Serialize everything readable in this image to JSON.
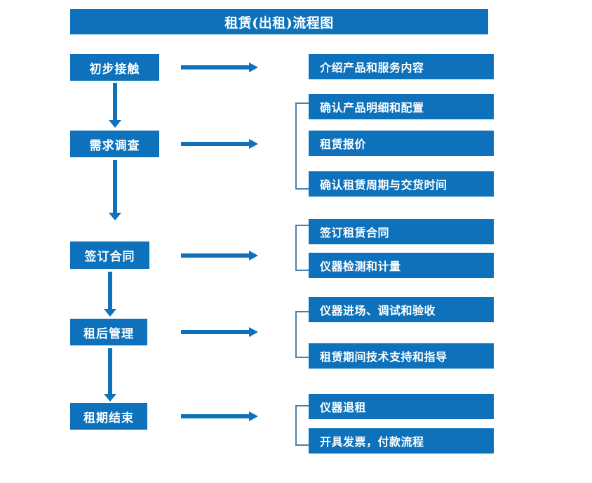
{
  "diagram": {
    "title": "租赁(出租)流程图",
    "accent_color": "#0d72bb",
    "bracket_color": "#4d7fae",
    "background_color": "#ffffff",
    "stages": [
      {
        "label": "初步接触"
      },
      {
        "label": "需求调查"
      },
      {
        "label": "签订合同"
      },
      {
        "label": "租后管理"
      },
      {
        "label": "租期结束"
      }
    ],
    "detail_groups": [
      {
        "stage": "初步接触",
        "bracketed": false,
        "items": [
          {
            "label": "介绍产品和服务内容"
          }
        ]
      },
      {
        "stage": "需求调查",
        "bracketed": true,
        "items": [
          {
            "label": "确认产品明细和配置"
          },
          {
            "label": "租赁报价"
          },
          {
            "label": "确认租赁周期与交货时间"
          }
        ]
      },
      {
        "stage": "签订合同",
        "bracketed": true,
        "items": [
          {
            "label": "签订租赁合同"
          },
          {
            "label": "仪器检测和计量"
          }
        ]
      },
      {
        "stage": "租后管理",
        "bracketed": true,
        "items": [
          {
            "label": "仪器进场、调试和验收"
          },
          {
            "label": "租赁期间技术支持和指导"
          }
        ]
      },
      {
        "stage": "租期结束",
        "bracketed": true,
        "items": [
          {
            "label": "仪器退租"
          },
          {
            "label": "开具发票，付款流程"
          }
        ]
      }
    ]
  }
}
